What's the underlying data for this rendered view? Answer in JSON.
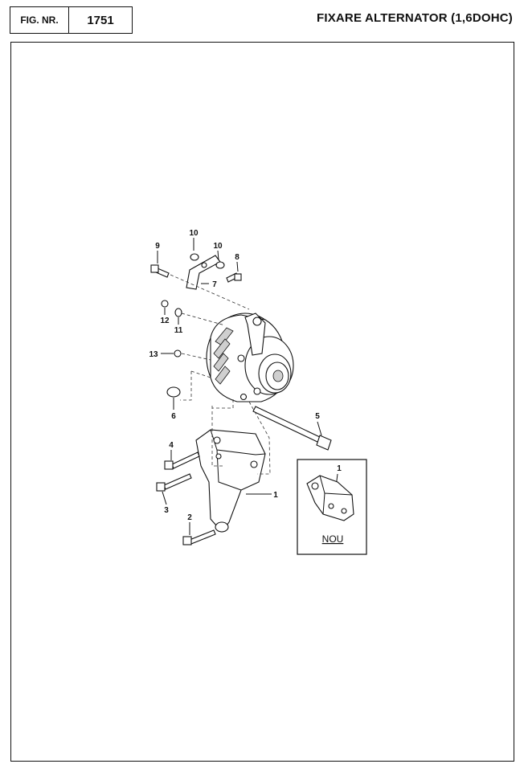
{
  "header": {
    "fig_label": "FIG. NR.",
    "fig_number": "1751",
    "title": "FIXARE ALTERNATOR (1,6DOHC)"
  },
  "callouts": {
    "c1": "1",
    "c2": "2",
    "c3": "3",
    "c4": "4",
    "c5": "5",
    "c6": "6",
    "c7": "7",
    "c8": "8",
    "c9": "9",
    "c10a": "10",
    "c10b": "10",
    "c11": "11",
    "c12": "12",
    "c13": "13"
  },
  "inset": {
    "callout": "1",
    "label": "NOU"
  }
}
